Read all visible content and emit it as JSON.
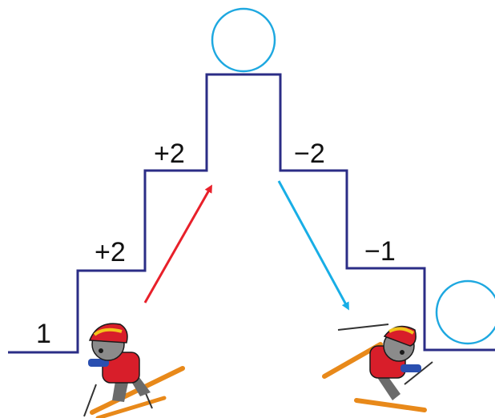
{
  "diagram": {
    "start_number": "1",
    "steps_up": [
      "+2",
      "+2"
    ],
    "steps_down": [
      "−2",
      "−1"
    ],
    "top_answer": "",
    "end_answer": ""
  },
  "colors": {
    "stairs": "#2b2d86",
    "up_arrow": "#e8202a",
    "down_arrow": "#18aee6",
    "answer_circle": "#1ea8e0"
  },
  "icons": {
    "skier_climbing": "skier-icon",
    "skier_falling": "skier-icon"
  }
}
